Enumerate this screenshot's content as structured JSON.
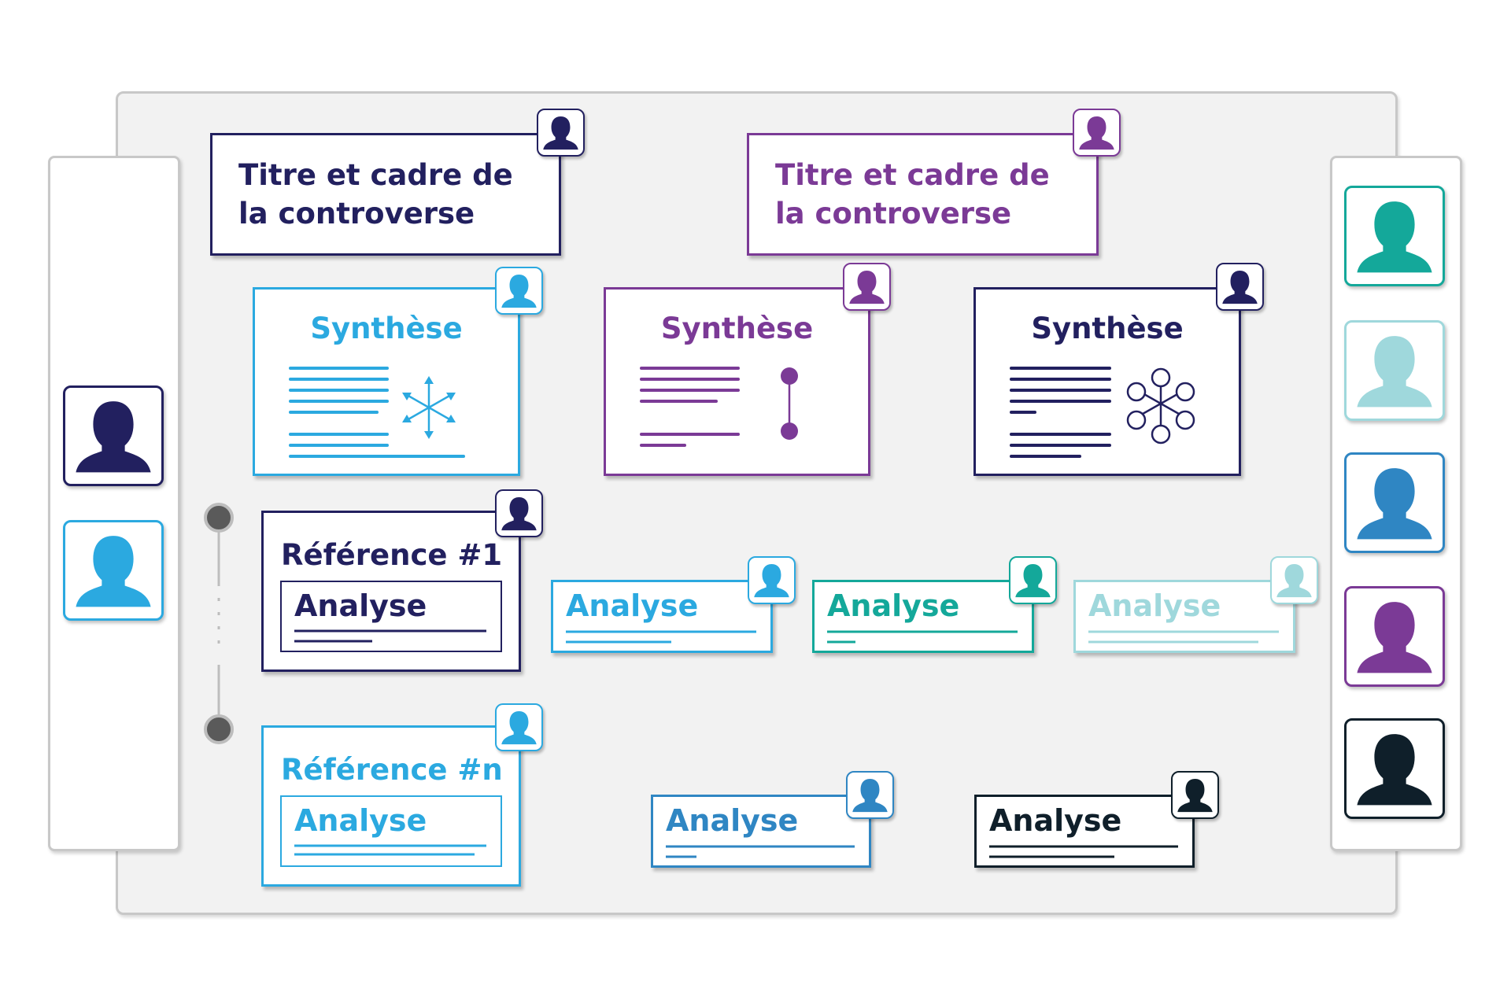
{
  "colors": {
    "navy": "#22205f",
    "purple": "#7b3a96",
    "blue": "#2ba9e0",
    "teal": "#14a89a",
    "lightteal": "#9fd8dc",
    "midblue": "#2f86c3",
    "dark": "#0f1f2a"
  },
  "titles": [
    {
      "text": "Titre et cadre de la controverse"
    },
    {
      "text": "Titre et cadre de la controverse"
    }
  ],
  "syntheses": [
    {
      "label": "Synthèse",
      "icon": "arrows-star-icon"
    },
    {
      "label": "Synthèse",
      "icon": "timeline-icon"
    },
    {
      "label": "Synthèse",
      "icon": "network-icon"
    }
  ],
  "references": [
    {
      "label": "Référence #1",
      "analysis": "Analyse"
    },
    {
      "label": "Référence #n",
      "analysis": "Analyse"
    }
  ],
  "analyses": [
    "Analyse",
    "Analyse",
    "Analyse",
    "Analyse",
    "Analyse"
  ]
}
